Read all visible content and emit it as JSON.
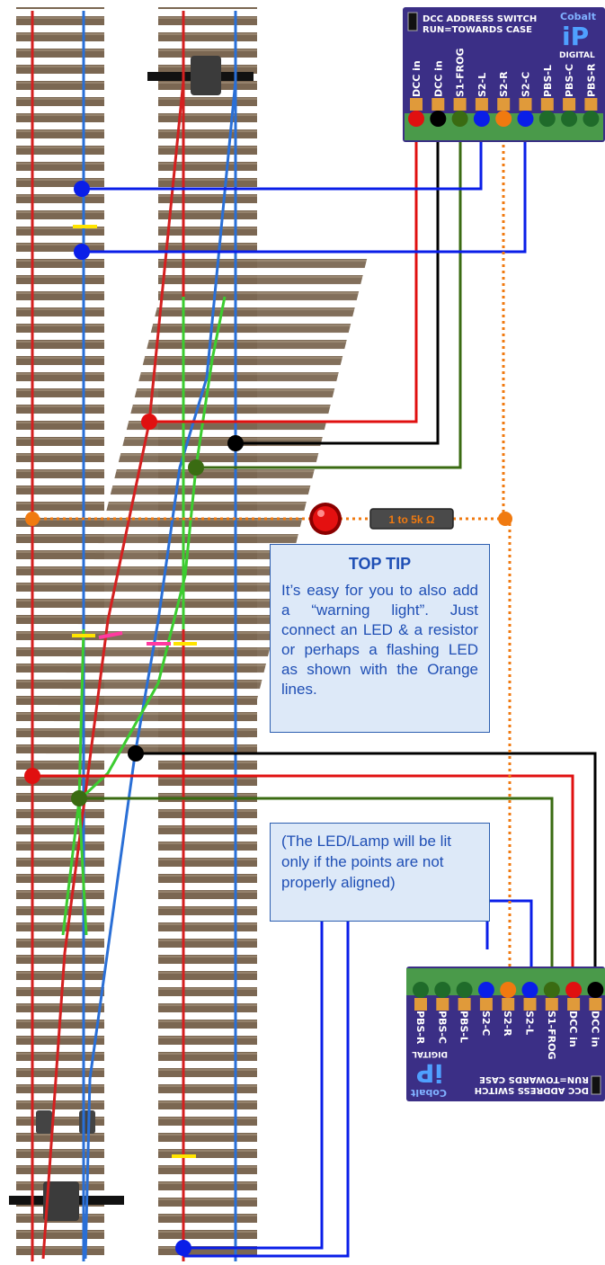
{
  "top_module": {
    "header_line1": "DCC ADDRESS SWITCH",
    "header_line2": "RUN=TOWARDS CASE",
    "brand_top": "Cobalt",
    "brand_mid": "iP",
    "brand_bottom": "DIGITAL",
    "pins": [
      "DCC in",
      "DCC in",
      "S1-FROG",
      "S2-L",
      "S2-R",
      "S2-C",
      "PBS-L",
      "PBS-C",
      "PBS-R"
    ]
  },
  "bottom_module": {
    "header_line1": "DCC ADDRESS SWITCH",
    "header_line2": "RUN=TOWARDS CASE",
    "brand_top": "Cobalt",
    "brand_mid": "iP",
    "brand_bottom": "DIGITAL",
    "pins": [
      "PBS-R",
      "PBS-C",
      "PBS-L",
      "S2-C",
      "S2-R",
      "S2-L",
      "S1-FROG",
      "DCC in",
      "DCC in"
    ]
  },
  "resistor_label": "1 to 5k Ω",
  "top_tip": {
    "title": "TOP TIP",
    "body": "It’s easy for you to also add a “warning light”. Just connect an LED & a resistor or perhaps a flashing LED as shown with the Orange lines."
  },
  "note": "(The LED/Lamp will be lit only if the points are not properly aligned)",
  "colors": {
    "dcc_red": "#e01010",
    "dcc_black": "#000000",
    "frog_green": "#3a6b12",
    "switch_blue": "#0a1ee8",
    "warning_orange": "#f07a10",
    "module_purple": "#3b2f86",
    "rail_red": "#d42020",
    "rail_blue": "#2a6fd6",
    "frog_rail_green": "#3ccc30",
    "sleeper_brown": "#7a6650"
  }
}
